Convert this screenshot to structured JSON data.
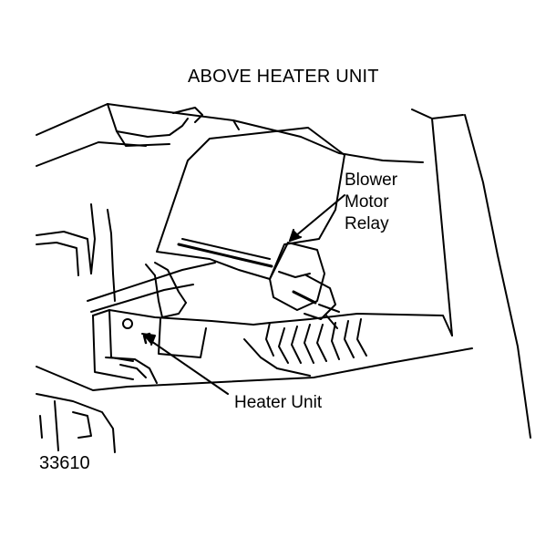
{
  "diagram": {
    "title": "ABOVE HEATER UNIT",
    "figure_number": "33610",
    "callouts": {
      "relay": {
        "lines": [
          "Blower",
          "Motor",
          "Relay"
        ]
      },
      "heater_unit": {
        "text": "Heater Unit"
      }
    }
  }
}
